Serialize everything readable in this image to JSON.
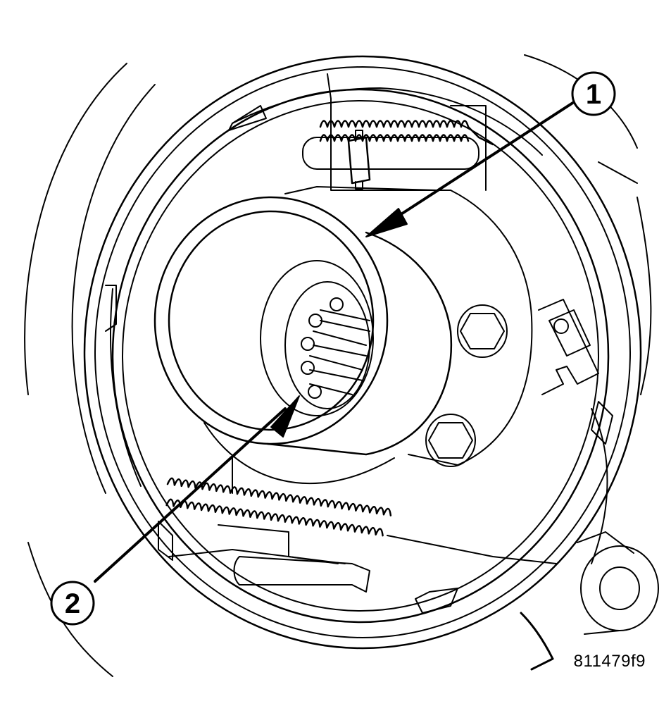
{
  "callouts": [
    {
      "number": "1"
    },
    {
      "number": "2"
    }
  ],
  "figure_id": "811479f9",
  "colors": {
    "line": "#000000",
    "background": "#ffffff"
  }
}
